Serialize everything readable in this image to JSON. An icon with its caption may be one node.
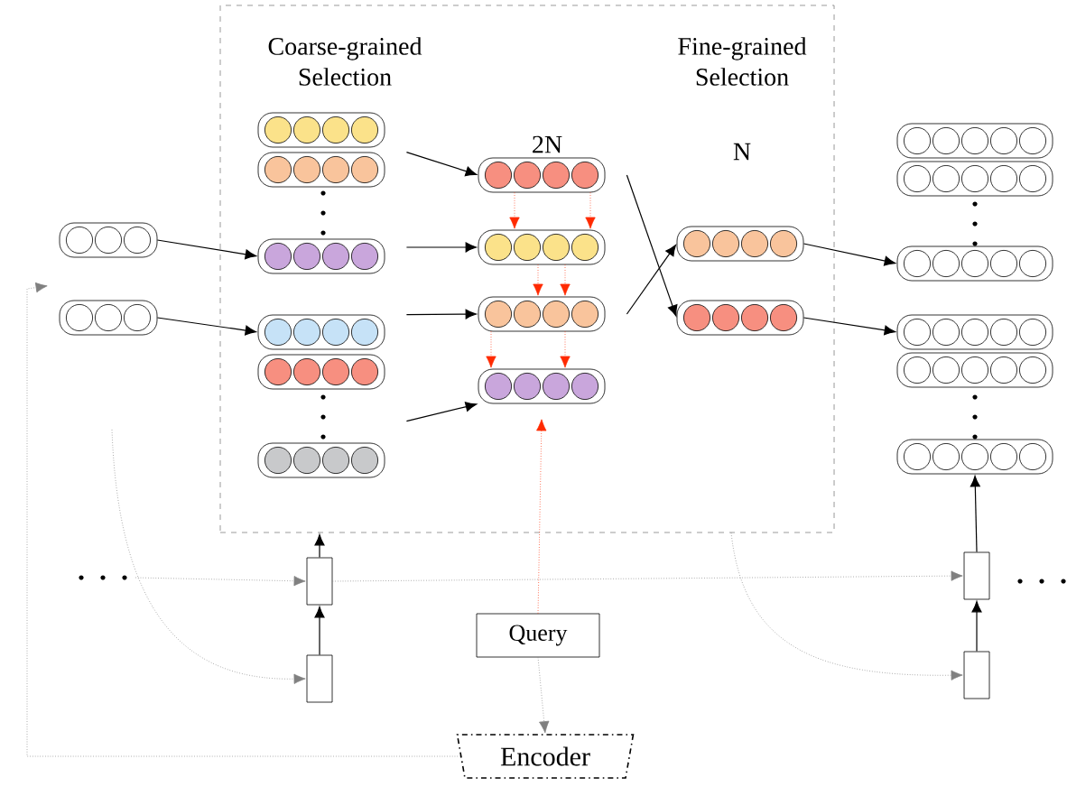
{
  "diagram": {
    "nodes": [
      {
        "text": [],
        "shape": "box"
      },
      {
        "text": [],
        "shape": "bar"
      },
      {
        "text": [],
        "shape": "bar"
      },
      {
        "text": [],
        "shape": "bar",
        "in": 0
      },
      {
        "text": [],
        "shape": "bar",
        "in": 0
      },
      {
        "text": [],
        "shape": "bar",
        "in": 0
      },
      {
        "text": [],
        "shape": "bar",
        "in": 0
      },
      {
        "text": [],
        "shape": "bar",
        "in": 0
      },
      {
        "text": [],
        "shape": "bar",
        "in": 0
      },
      {
        "text": [],
        "shape": "bar",
        "in": 0
      },
      {
        "text": [],
        "shape": "bar",
        "in": 0
      },
      {
        "text": [],
        "shape": "bar",
        "in": 0
      },
      {
        "text": [],
        "shape": "bar",
        "in": 0
      },
      {
        "text": [],
        "shape": "bar",
        "in": 0
      },
      {
        "text": [],
        "shape": "bar",
        "in": 0
      },
      {
        "text": [],
        "shape": "bar"
      },
      {
        "text": [],
        "shape": "bar"
      },
      {
        "text": [],
        "shape": "bar"
      },
      {
        "text": [],
        "shape": "bar"
      },
      {
        "text": [],
        "shape": "bar"
      },
      {
        "text": [],
        "shape": "bar"
      },
      {
        "text": [],
        "shape": "box"
      },
      {
        "text": [],
        "shape": "box"
      },
      {
        "text": [],
        "shape": "box"
      },
      {
        "text": [],
        "shape": "box"
      },
      {
        "text": [
          "Query"
        ]
      },
      {
        "text": [
          "Encoder"
        ]
      }
    ],
    "edges": [
      {
        "from": 1,
        "to": 5,
        "arrow": "to"
      },
      {
        "from": 2,
        "to": 6,
        "arrow": "to"
      },
      {
        "from": 4,
        "to": 9,
        "arrow": "to"
      },
      {
        "from": 5,
        "to": 10,
        "arrow": "to"
      },
      {
        "from": 6,
        "to": 11,
        "arrow": "to"
      },
      {
        "from": 8,
        "to": 12,
        "arrow": "to"
      },
      {
        "from": 9,
        "to": 14,
        "arrow": "to"
      },
      {
        "from": 11,
        "to": 13,
        "arrow": "to"
      },
      {
        "from": 13,
        "to": 17,
        "arrow": "to"
      },
      {
        "from": 14,
        "to": 18,
        "arrow": "to"
      },
      {
        "from": 9,
        "to": 10,
        "arrow": "to",
        "style": "dashed",
        "color": "#ff2a00"
      },
      {
        "from": 9,
        "to": 10,
        "arrow": "to",
        "style": "dashed",
        "color": "#ff2a00"
      },
      {
        "from": 10,
        "to": 11,
        "arrow": "to",
        "style": "dashed",
        "color": "#ff2a00"
      },
      {
        "from": 10,
        "to": 11,
        "arrow": "to",
        "style": "dashed",
        "color": "#ff2a00"
      },
      {
        "from": 11,
        "to": 12,
        "arrow": "to",
        "style": "dashed",
        "color": "#ff2a00"
      },
      {
        "from": 11,
        "to": 12,
        "arrow": "to",
        "style": "dashed",
        "color": "#ff2a00"
      },
      {
        "from": 25,
        "to": 12,
        "arrow": "to",
        "style": "dashed",
        "color": "#ff2a00"
      },
      {
        "from": 25,
        "to": 26,
        "arrow": "to",
        "style": "dashed",
        "color": "#808080"
      },
      {
        "from": 26,
        "to": 2,
        "arrow": "to",
        "style": "dashed",
        "color": "#808080"
      },
      {
        "from": 22,
        "to": 21,
        "arrow": "to"
      },
      {
        "from": 21,
        "to": 0,
        "arrow": "to"
      },
      {
        "from": 24,
        "to": 23,
        "arrow": "to"
      },
      {
        "from": 23,
        "to": 20,
        "arrow": "to"
      },
      {
        "from": null,
        "to": 21,
        "arrow": "to",
        "style": "dashed",
        "color": "#808080"
      },
      {
        "from": 21,
        "to": 23,
        "arrow": "to",
        "style": "dashed",
        "color": "#808080"
      },
      {
        "from": null,
        "to": 22,
        "arrow": "to",
        "style": "dashed",
        "color": "#808080"
      },
      {
        "from": 0,
        "to": 24,
        "arrow": "to",
        "style": "dashed",
        "color": "#808080"
      }
    ],
    "labels": [
      "Coarse-grained Selection",
      "2N",
      "Fine-grained Selection",
      "N"
    ]
  }
}
